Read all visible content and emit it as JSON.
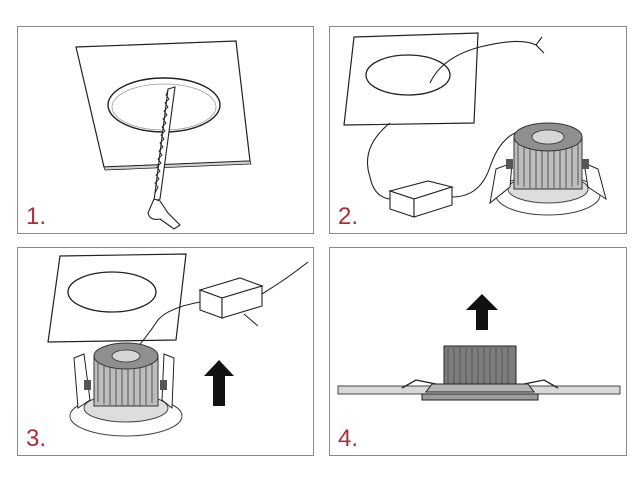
{
  "steps": [
    {
      "number": "1."
    },
    {
      "number": "2."
    },
    {
      "number": "3."
    },
    {
      "number": "4."
    }
  ],
  "colors": {
    "frame": "#8a8a8a",
    "step_number": "#a8303a",
    "line": "#222222",
    "arrow": "#111111"
  },
  "icons": [
    "saw-icon",
    "ceiling-panel-icon",
    "led-downlight-icon",
    "driver-box-icon",
    "up-arrow-icon"
  ]
}
